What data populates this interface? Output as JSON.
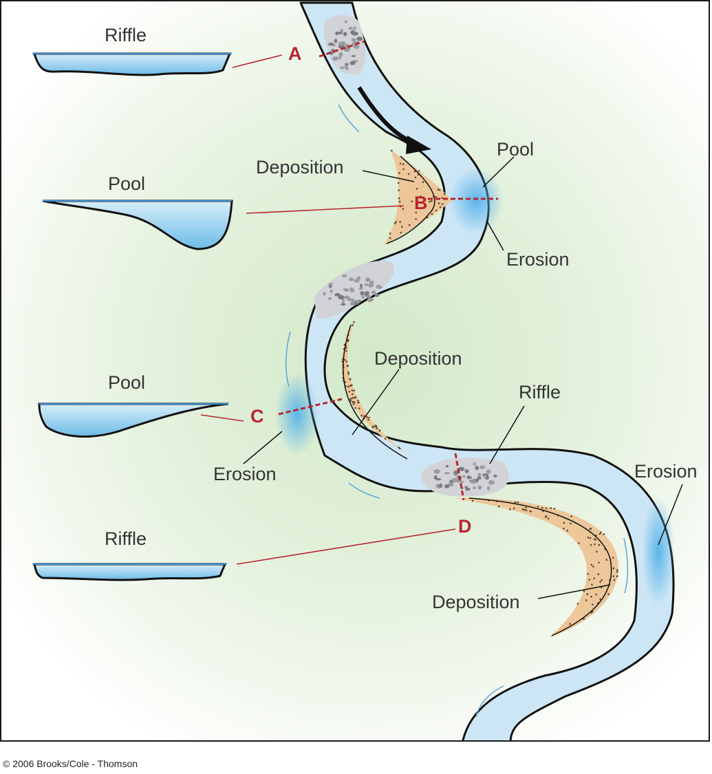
{
  "labels": {
    "riffle_a": "Riffle",
    "pool_b": "Pool",
    "pool_c": "Pool",
    "riffle_d": "Riffle",
    "letter_a": "A",
    "letter_b": "B",
    "letter_c": "C",
    "letter_d": "D",
    "pool_right": "Pool",
    "erosion_b": "Erosion",
    "deposition_b": "Deposition",
    "deposition_mid": "Deposition",
    "riffle_mid": "Riffle",
    "erosion_c": "Erosion",
    "erosion_right": "Erosion",
    "deposition_low": "Deposition"
  },
  "copyright": "© 2006 Brooks/Cole - Thomson",
  "colors": {
    "water": "#cde6f5",
    "water_deep": "#5db3e6",
    "sand": "#edc79a",
    "gravel": "#d2d3d6",
    "background_green": "#d6ebcd",
    "marker_red": "#b8252f",
    "outline": "#111111"
  }
}
